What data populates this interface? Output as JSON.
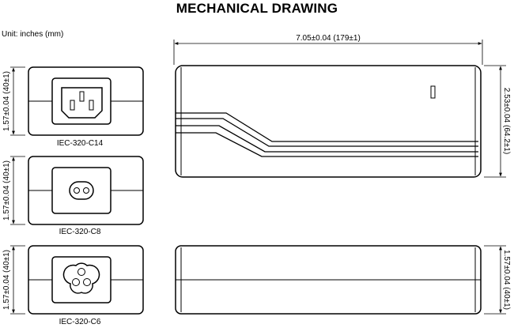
{
  "title": "MECHANICAL DRAWING",
  "unit_note": "Unit: inches (mm)",
  "front_views": [
    {
      "height_dim": "1.57±0.04 (40±1)",
      "label": "IEC-320-C14"
    },
    {
      "height_dim": "1.57±0.04 (40±1)",
      "label": "IEC-320-C8"
    },
    {
      "height_dim": "1.57±0.04 (40±1)",
      "label": "IEC-320-C6"
    }
  ],
  "top_view": {
    "length_dim": "7.05±0.04 (179±1)",
    "width_dim": "2.53±0.04 (64.2±1)"
  },
  "side_view": {
    "height_dim": "1.57±0.04 (40±1)"
  }
}
